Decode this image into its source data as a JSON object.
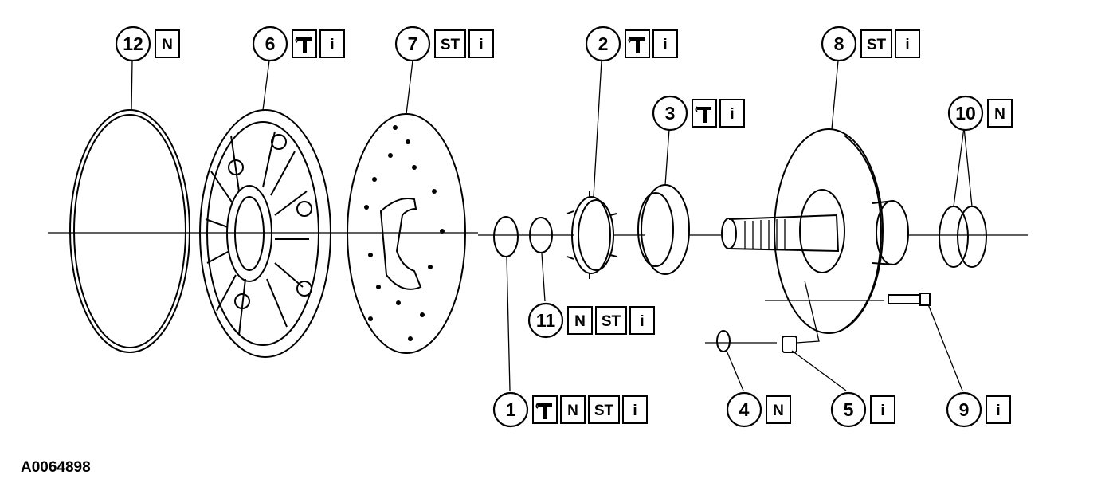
{
  "diagram_id": "A0064898",
  "symbol_text": {
    "N": "N",
    "ST": "ST",
    "i": "i"
  },
  "callouts": [
    {
      "number": "12",
      "symbols": [
        "N"
      ]
    },
    {
      "number": "6",
      "symbols": [
        "hammer",
        "i"
      ]
    },
    {
      "number": "7",
      "symbols": [
        "ST",
        "i"
      ]
    },
    {
      "number": "2",
      "symbols": [
        "hammer",
        "i"
      ]
    },
    {
      "number": "3",
      "symbols": [
        "hammer",
        "i"
      ]
    },
    {
      "number": "8",
      "symbols": [
        "ST",
        "i"
      ]
    },
    {
      "number": "10",
      "symbols": [
        "N"
      ]
    },
    {
      "number": "11",
      "symbols": [
        "N",
        "ST",
        "i"
      ]
    },
    {
      "number": "1",
      "symbols": [
        "hammer",
        "N",
        "ST",
        "i"
      ]
    },
    {
      "number": "4",
      "symbols": [
        "N"
      ]
    },
    {
      "number": "5",
      "symbols": [
        "i"
      ]
    },
    {
      "number": "9",
      "symbols": [
        "i"
      ]
    }
  ]
}
